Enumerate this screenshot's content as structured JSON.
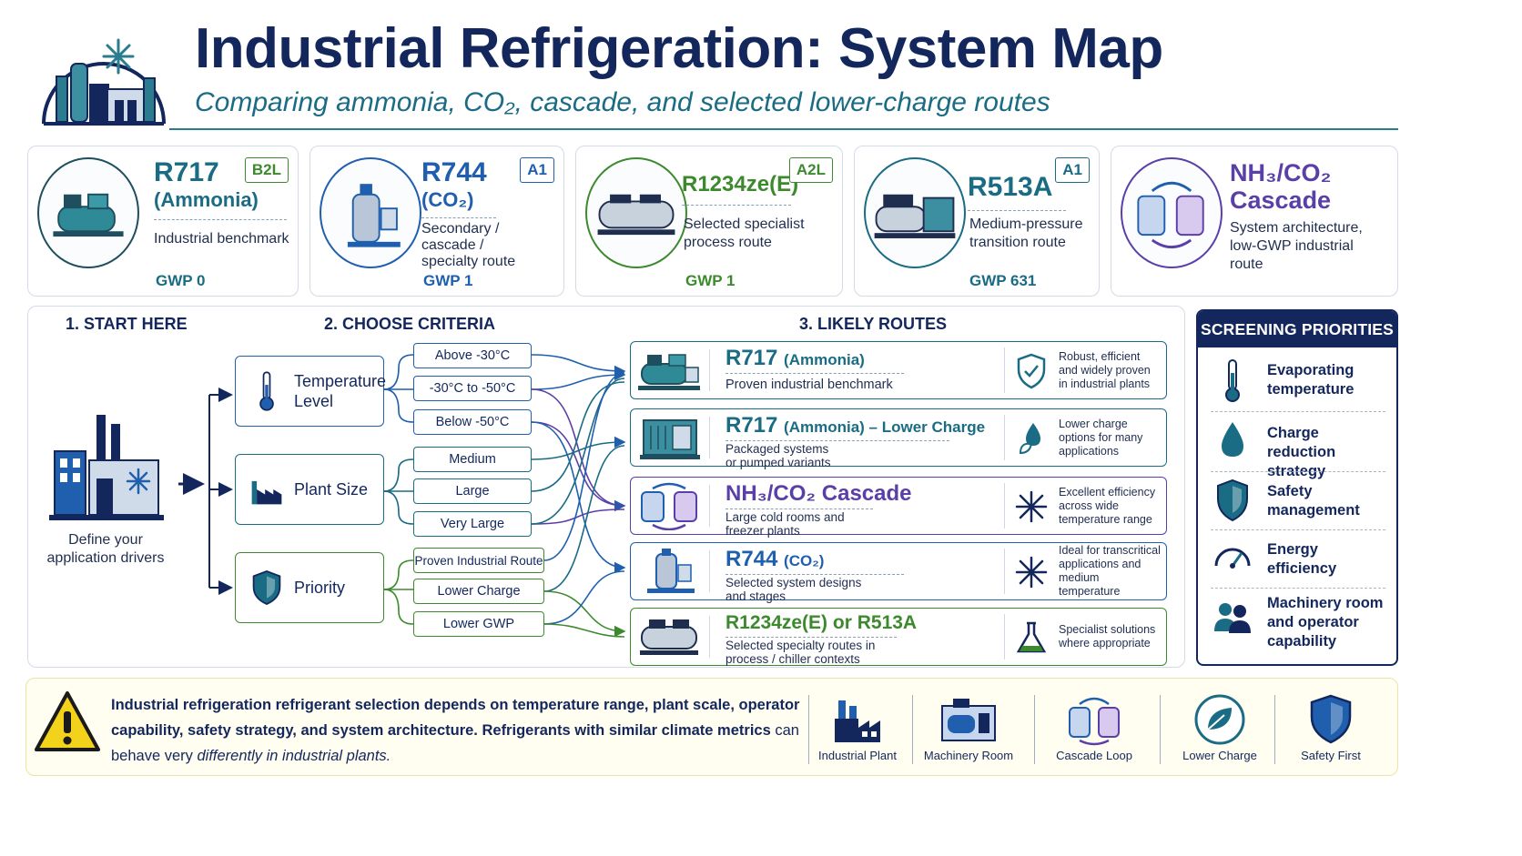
{
  "header": {
    "title": "Industrial Refrigeration: System Map",
    "subtitle": "Comparing ammonia, CO₂, cascade, and selected lower-charge routes"
  },
  "cards": [
    {
      "name": "R717",
      "name2": "(Ammonia)",
      "class": "B2L",
      "desc": "Industrial benchmark",
      "gwp": "GWP 0"
    },
    {
      "name": "R744",
      "name2": "(CO₂)",
      "class": "A1",
      "desc": "Secondary /\ncascade /\nspecialty route",
      "gwp": "GWP 1"
    },
    {
      "name": "R1234ze(E)",
      "class": "A2L",
      "desc": "Selected specialist\nprocess route",
      "gwp": "GWP 1"
    },
    {
      "name": "R513A",
      "class": "A1",
      "desc": "Medium-pressure\ntransition route",
      "gwp": "GWP 631"
    },
    {
      "name": "NH₃/CO₂",
      "name2": "Cascade",
      "desc": "System architecture,\nlow-GWP industrial\nroute"
    }
  ],
  "flow": {
    "step1": "1. START HERE",
    "step2": "2. CHOOSE CRITERIA",
    "step3": "3. LIKELY ROUTES",
    "driver_label": "Define your\napplication drivers",
    "criteria": [
      "Temperature\nLevel",
      "Plant Size",
      "Priority"
    ],
    "options": {
      "temperature": [
        "Above -30°C",
        "-30°C to -50°C",
        "Below -50°C"
      ],
      "size": [
        "Medium",
        "Large",
        "Very Large"
      ],
      "priority": [
        "Proven Industrial Route",
        "Lower Charge",
        "Lower GWP"
      ]
    },
    "routes": [
      {
        "name": "R717",
        "sub": "(Ammonia)",
        "desc": "Proven industrial benchmark",
        "benefit": "Robust, efficient\nand widely proven\nin industrial plants"
      },
      {
        "name": "R717",
        "sub": "(Ammonia) – Lower Charge",
        "desc": "Packaged systems\nor pumped variants",
        "benefit": "Lower charge\noptions for many\napplications"
      },
      {
        "name": "NH₃/CO₂ Cascade",
        "sub": "",
        "desc": "Large cold rooms and\nfreezer plants",
        "benefit": "Excellent efficiency\nacross wide\ntemperature range"
      },
      {
        "name": "R744",
        "sub": "(CO₂)",
        "desc": "Selected system designs\nand stages",
        "benefit": "Ideal for transcritical\napplications and\nmedium temperature"
      },
      {
        "name": "R1234ze(E) or R513A",
        "sub": "",
        "desc": "Selected specialty routes in\nprocess / chiller contexts",
        "benefit": "Specialist solutions\nwhere appropriate"
      }
    ]
  },
  "priorities": {
    "heading": "SCREENING PRIORITIES",
    "items": [
      "Evaporating\ntemperature",
      "Charge reduction\nstrategy",
      "Safety\nmanagement",
      "Energy\nefficiency",
      "Machinery room\nand operator\ncapability"
    ]
  },
  "note": {
    "bold": "Industrial refrigeration refrigerant selection depends on temperature range, plant scale, operator capability, safety strategy, and system architecture. Refrigerants with similar climate metrics",
    "plain": " can behave very",
    "italic": "differently in industrial plants."
  },
  "footer_icons": [
    "Industrial Plant",
    "Machinery Room",
    "Cascade Loop",
    "Lower Charge",
    "Safety First"
  ],
  "colors": {
    "navy": "#13275c",
    "teal": "#1a6b84",
    "blue": "#1f5fae",
    "green": "#3d8a2e",
    "purple": "#5b3fa8",
    "warning": "#f2d21a"
  }
}
